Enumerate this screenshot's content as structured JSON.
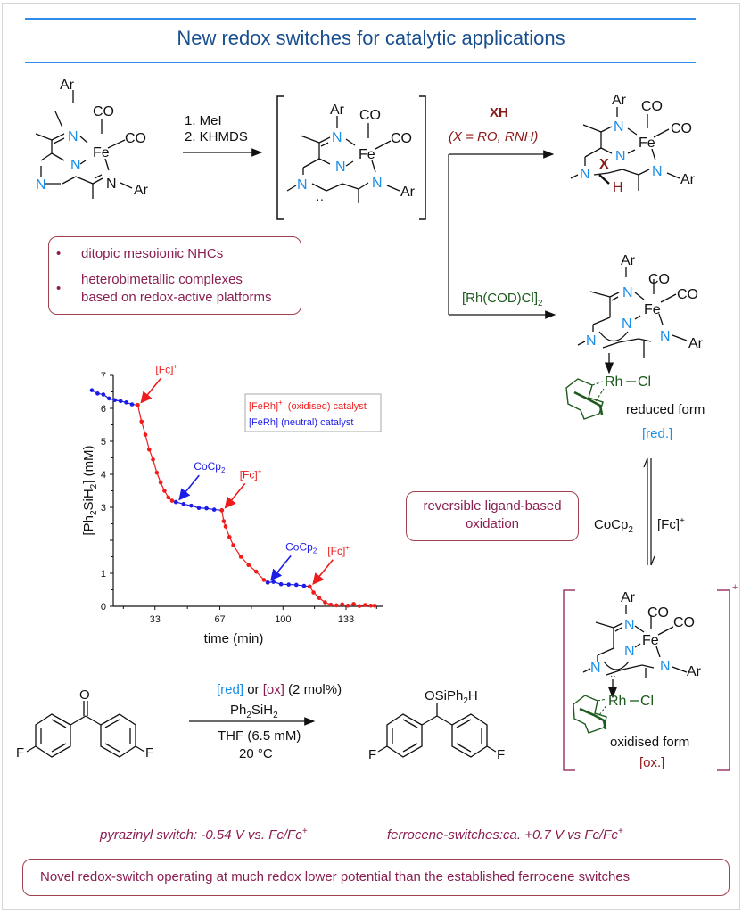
{
  "title": "New redox switches for catalytic applications",
  "scheme": {
    "reagents_step1": [
      "1. MeI",
      "2. KHMDS"
    ],
    "xh_label": "XH",
    "xh_condition": "(X = RO, RNH)",
    "rh_reagent": "[Rh(COD)Cl]",
    "rh_reagent_sub": "2",
    "reduced_form_label": "reduced form",
    "reduced_tag": "[red.]",
    "oxidised_form_label": "oxidised form",
    "oxidised_tag": "[ox.]",
    "oxidised_charge": "+",
    "reductant": "CoCp",
    "reductant_sub": "2",
    "oxidant": "[Fc]",
    "oxidant_sup": "+",
    "atoms": {
      "ar": "Ar",
      "co": "CO",
      "fe": "Fe",
      "n": "N",
      "x": "X",
      "h": "H",
      "rh": "Rh",
      "cl": "Cl"
    }
  },
  "bullets": {
    "items": [
      "ditopic mesoionic NHCs",
      "heterobimetallic complexes",
      "based on redox-active platforms"
    ]
  },
  "reversible_box": [
    "reversible ligand-based",
    "oxidation"
  ],
  "catalysis": {
    "catalyst_red": "[red]",
    "catalyst_or": "or",
    "catalyst_ox": "[ox]",
    "loading": "(2 mol%)",
    "silane": "Ph",
    "silane_mid": "SiH",
    "solvent": "THF (6.5 mM)",
    "temperature": "20 °C",
    "ketone_o": "O",
    "f_label": "F",
    "product_group": "OSiPh",
    "product_group_end": "H"
  },
  "potentials": {
    "pyrazinyl": "pyrazinyl switch: -0.54 V vs. Fc/Fc",
    "ferrocene": "ferrocene-switches:ca. +0.7 V vs Fc/Fc",
    "sup": "+"
  },
  "conclusion": "Novel redox-switch operating at much redox lower potential than the established ferrocene switches",
  "chart_data": {
    "type": "line",
    "title": "",
    "xlabel": "time (min)",
    "ylabel": "[Ph2SiH2] (mM)",
    "xlim": [
      0,
      150
    ],
    "ylim": [
      0,
      7
    ],
    "xticks": [
      33,
      67,
      100,
      133
    ],
    "yticks": [
      0,
      1,
      2,
      3,
      4,
      5,
      6,
      7
    ],
    "ytick_labels": [
      "0",
      "1",
      "",
      "3",
      "4",
      "5",
      "6",
      "7"
    ],
    "grid": false,
    "legend": {
      "position": "top-right",
      "entries": [
        {
          "label": "[FeRh]",
          "sup": "+",
          "suffix": "  (oxidised) catalyst",
          "color": "#ee1c1c"
        },
        {
          "label": "[FeRh] (neutral) catalyst",
          "color": "#1c1ce8"
        }
      ]
    },
    "series": [
      {
        "name": "neutral-1",
        "color": "#1c1ce8",
        "x": [
          0,
          3,
          6,
          9,
          12,
          15,
          18,
          21,
          24
        ],
        "y": [
          6.55,
          6.45,
          6.42,
          6.3,
          6.25,
          6.22,
          6.18,
          6.12,
          6.1
        ]
      },
      {
        "name": "oxidised-1",
        "color": "#ee1c1c",
        "x": [
          24,
          26,
          28,
          30,
          32,
          34,
          36,
          38,
          40,
          42,
          44
        ],
        "y": [
          6.1,
          5.6,
          5.2,
          4.75,
          4.45,
          4.05,
          3.75,
          3.5,
          3.3,
          3.2,
          3.16
        ]
      },
      {
        "name": "neutral-2",
        "color": "#1c1ce8",
        "x": [
          44,
          48,
          52,
          56,
          60,
          64,
          68
        ],
        "y": [
          3.16,
          3.1,
          3.05,
          2.98,
          2.97,
          2.93,
          2.91
        ]
      },
      {
        "name": "oxidised-2",
        "color": "#ee1c1c",
        "x": [
          68,
          69,
          70,
          72,
          74,
          78,
          82,
          86,
          90,
          92
        ],
        "y": [
          2.91,
          2.58,
          2.42,
          2.1,
          1.85,
          1.5,
          1.25,
          1.05,
          0.8,
          0.72
        ]
      },
      {
        "name": "neutral-3",
        "color": "#1c1ce8",
        "x": [
          92,
          95,
          99,
          103,
          107,
          111,
          114
        ],
        "y": [
          0.72,
          0.74,
          0.67,
          0.66,
          0.65,
          0.62,
          0.6
        ]
      },
      {
        "name": "oxidised-3",
        "color": "#ee1c1c",
        "x": [
          114,
          116,
          119,
          122,
          125,
          128,
          131,
          134,
          137,
          140,
          143,
          146,
          148
        ],
        "y": [
          0.6,
          0.42,
          0.25,
          0.12,
          0.05,
          0.03,
          0.06,
          0.02,
          0.07,
          0.01,
          0.04,
          0.02,
          0.02
        ]
      }
    ],
    "annotations": [
      {
        "text": "[Fc]",
        "sup": "+",
        "color": "#ee1c1c",
        "x": 24,
        "y": 6.1
      },
      {
        "text": "CoCp",
        "sub": "2",
        "color": "#1c1ce8",
        "x": 44,
        "y": 3.16
      },
      {
        "text": "[Fc]",
        "sup": "+",
        "color": "#ee1c1c",
        "x": 68,
        "y": 2.91
      },
      {
        "text": "CoCp",
        "sub": "2",
        "color": "#1c1ce8",
        "x": 92,
        "y": 0.72
      },
      {
        "text": "[Fc]",
        "sup": "+",
        "color": "#ee1c1c",
        "x": 114,
        "y": 0.6
      }
    ]
  }
}
